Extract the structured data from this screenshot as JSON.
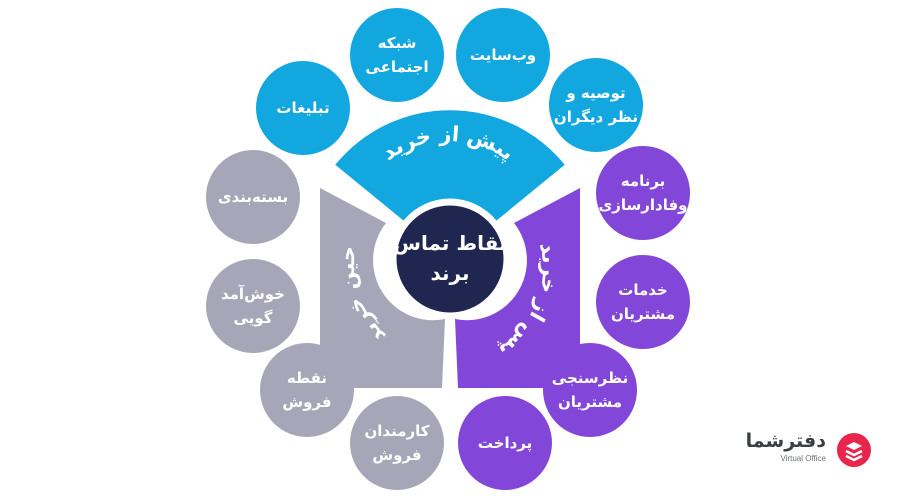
{
  "center": {
    "line1": "نقاط تماس",
    "line2": "برند",
    "color": "#1f2650"
  },
  "sectors": {
    "before": {
      "label": "پیش از خرید",
      "color": "#13a7e0"
    },
    "after": {
      "label": "پس از خرید",
      "color": "#8247d8"
    },
    "during": {
      "label": "حین خرید",
      "color": "#a7a6b8"
    }
  },
  "nodes": {
    "ads": {
      "lines": [
        "تبلیغات"
      ],
      "color": "#13a7e0"
    },
    "social": {
      "lines": [
        "شبکه",
        "اجتماعی"
      ],
      "color": "#13a7e0"
    },
    "website": {
      "lines": [
        "وب‌سایت"
      ],
      "color": "#13a7e0"
    },
    "reviews": {
      "lines": [
        "توصیه و",
        "نظر دیگران"
      ],
      "color": "#13a7e0"
    },
    "loyalty": {
      "lines": [
        "برنامه",
        "وفادارسازی"
      ],
      "color": "#8247d8"
    },
    "service": {
      "lines": [
        "خدمات",
        "مشتریان"
      ],
      "color": "#8247d8"
    },
    "survey": {
      "lines": [
        "نظرسنجی",
        "مشتریان"
      ],
      "color": "#8247d8"
    },
    "payment": {
      "lines": [
        "پرداخت"
      ],
      "color": "#8247d8"
    },
    "packaging": {
      "lines": [
        "بسته‌بندی"
      ],
      "color": "#a7a6b8"
    },
    "welcome": {
      "lines": [
        "خوش‌آمد",
        "گویی"
      ],
      "color": "#a7a6b8"
    },
    "pos": {
      "lines": [
        "نقطه",
        "فروش"
      ],
      "color": "#a7a6b8"
    },
    "staff": {
      "lines": [
        "کارمندان",
        "فروش"
      ],
      "color": "#a7a6b8"
    }
  },
  "logo": {
    "name": "دفترشما",
    "subtitle": "Virtual Office",
    "color": "#e8254a"
  }
}
